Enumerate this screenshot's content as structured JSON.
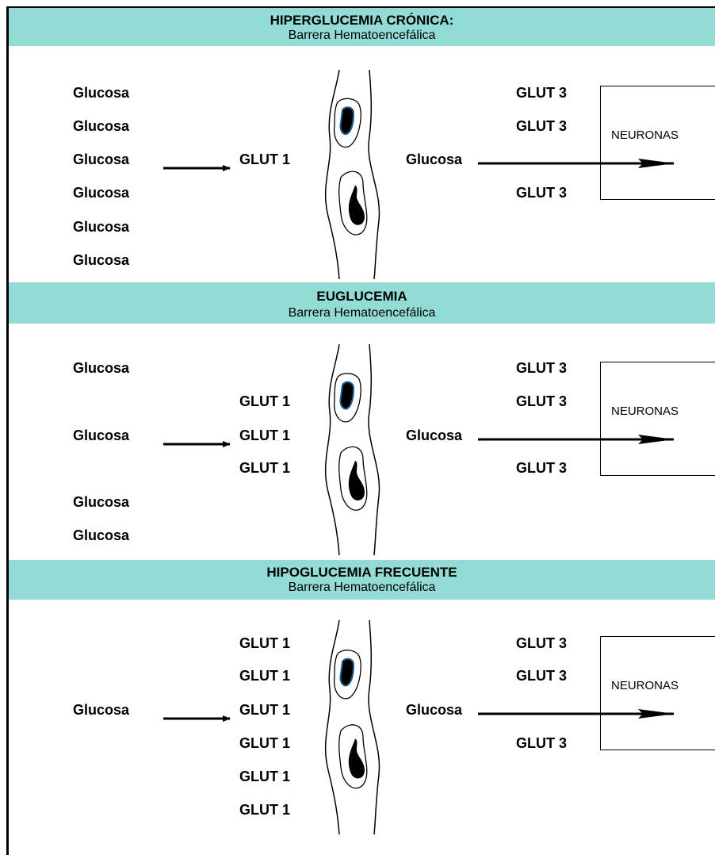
{
  "colors": {
    "header_bg": "#93DCD5",
    "border": "#000000",
    "nucleus_accent": "#1F5E8C"
  },
  "panels": [
    {
      "title": "HIPERGLUCEMIA CRÓNICA:",
      "subtitle": "Barrera Hematoencefálica",
      "glucose_outside": [
        "Glucosa",
        "Glucosa",
        "Glucosa",
        "Glucosa",
        "Glucosa",
        "Glucosa"
      ],
      "glut1": [
        "GLUT 1"
      ],
      "glucose_inside": "Glucosa",
      "glut3": [
        "GLUT 3",
        "GLUT 3",
        "GLUT 3"
      ],
      "neurons": "NEURONAS"
    },
    {
      "title": "EUGLUCEMIA",
      "subtitle": "Barrera Hematoencefálica",
      "glucose_outside": [
        "Glucosa",
        "Glucosa",
        "Glucosa",
        "Glucosa"
      ],
      "glut1": [
        "GLUT 1",
        "GLUT 1",
        "GLUT 1"
      ],
      "glucose_inside": "Glucosa",
      "glut3": [
        "GLUT 3",
        "GLUT 3",
        "GLUT 3"
      ],
      "neurons": "NEURONAS"
    },
    {
      "title": "HIPOGLUCEMIA FRECUENTE",
      "subtitle": "Barrera Hematoencefálica",
      "glucose_outside": [
        "Glucosa"
      ],
      "glut1": [
        "GLUT 1",
        "GLUT 1",
        "GLUT 1",
        "GLUT 1",
        "GLUT 1",
        "GLUT 1"
      ],
      "glucose_inside": "Glucosa",
      "glut3": [
        "GLUT 3",
        "GLUT 3",
        "GLUT 3"
      ],
      "neurons": "NEURONAS"
    }
  ]
}
